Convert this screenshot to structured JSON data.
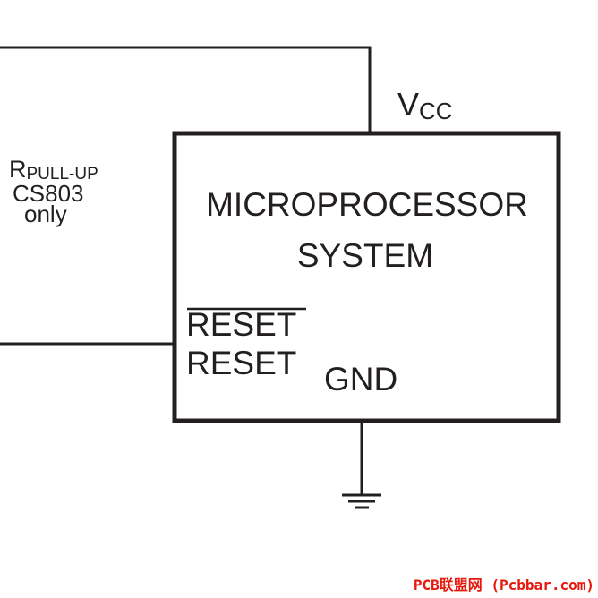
{
  "supply": {
    "main": "V",
    "sub": "CC"
  },
  "resistor": {
    "main": "R",
    "sub": "PULL-UP",
    "line2": "CS803",
    "line3": "only"
  },
  "block": {
    "line1": "MICROPROCESSOR",
    "line2": "SYSTEM"
  },
  "pins": {
    "reset_bar": "RESET",
    "reset": "RESET",
    "gnd": "GND"
  },
  "watermark": "PCB联盟网 (Pcbbar.com)",
  "colors": {
    "ink": "#231f20",
    "watermark": "#e8170c"
  }
}
